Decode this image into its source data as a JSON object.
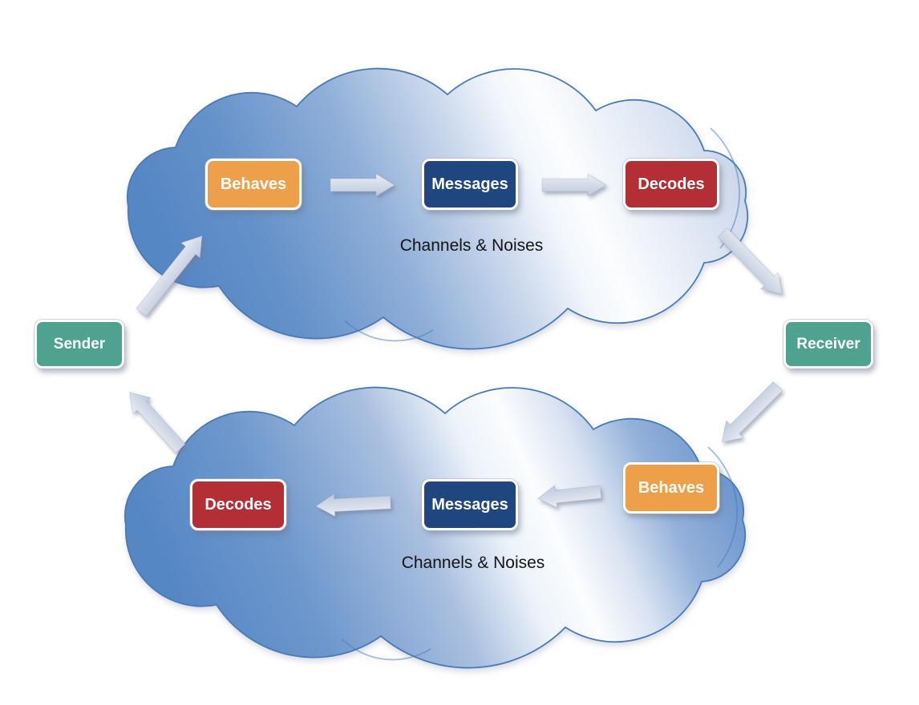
{
  "diagram": {
    "sender": {
      "label": "Sender",
      "color": "#4EA28F"
    },
    "receiver": {
      "label": "Receiver",
      "color": "#4EA28F"
    },
    "top_channel": {
      "caption": "Channels & Noises",
      "direction": "left-to-right",
      "nodes": [
        {
          "label": "Behaves",
          "color": "#ED9F4A"
        },
        {
          "label": "Messages",
          "color": "#1F467F"
        },
        {
          "label": "Decodes",
          "color": "#B32E35"
        }
      ]
    },
    "bottom_channel": {
      "caption": "Channels & Noises",
      "direction": "right-to-left",
      "nodes": [
        {
          "label": "Decodes",
          "color": "#B32E35"
        },
        {
          "label": "Messages",
          "color": "#1F467F"
        },
        {
          "label": "Behaves",
          "color": "#ED9F4A"
        }
      ]
    },
    "colors": {
      "cloud_blue": "#5B8AC7",
      "cloud_highlight": "#FBFDFE",
      "cloud_outline": "#4A7AB8",
      "arrow_fill": "#CDD6E7",
      "caption_text": "#141414"
    }
  }
}
